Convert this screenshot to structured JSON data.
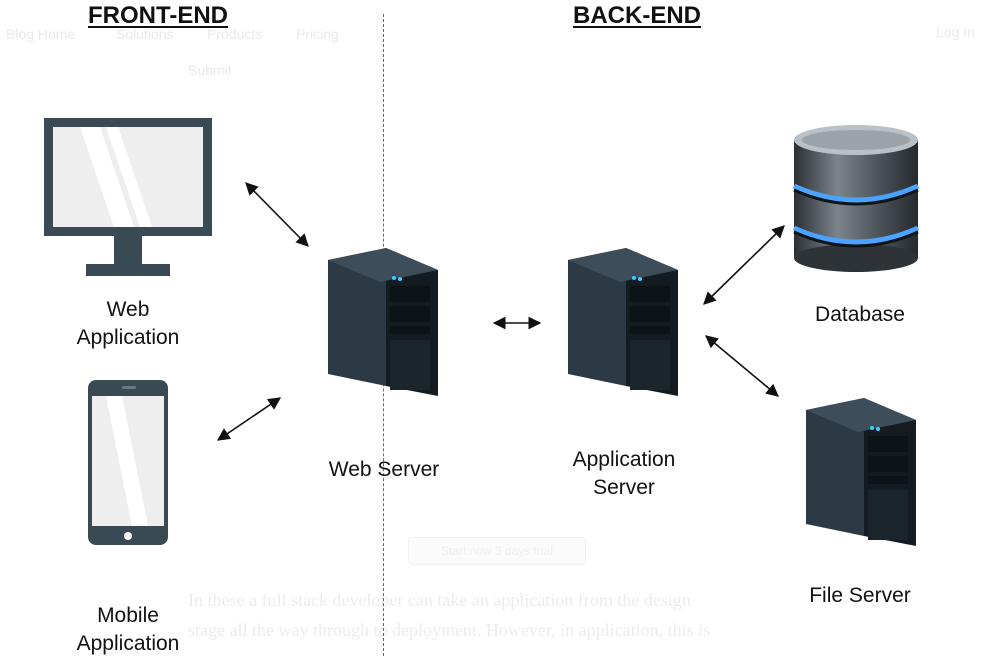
{
  "ghost_nav": {
    "items": [
      "Blog Home",
      "Solutions",
      "Products",
      "Pricing"
    ],
    "login": "Log In",
    "sub": "Submit",
    "button": "Start now 3 days trial",
    "para_line1": "In these a full stack developer can take an application from the design",
    "para_line2": "stage all the way through to deployment. However, in application, this is"
  },
  "headings": {
    "front_end": "FRONT-END",
    "back_end": "BACK-END"
  },
  "labels": {
    "web_application_1": "Web",
    "web_application_2": "Application",
    "mobile_application_1": "Mobile",
    "mobile_application_2": "Application",
    "web_server": "Web Server",
    "application_server_1": "Application",
    "application_server_2": "Server",
    "database": "Database",
    "file_server": "File Server"
  },
  "icons": {
    "monitor": "monitor-icon",
    "phone": "smartphone-icon",
    "web_server": "server-tower-icon",
    "app_server": "server-tower-icon",
    "database": "database-cylinder-icon",
    "file_server": "server-tower-icon"
  },
  "colors": {
    "text": "#111111",
    "device": "#3a4a55",
    "server": "#1f2a33",
    "db_glow": "#4aa3ff"
  }
}
